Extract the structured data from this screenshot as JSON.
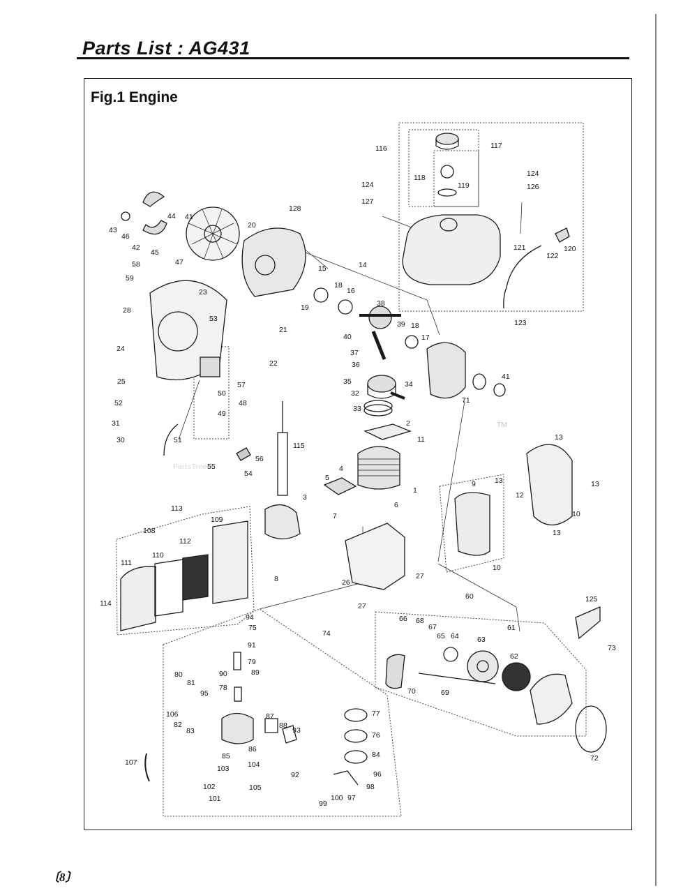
{
  "header": {
    "title": "Parts List : AG431"
  },
  "figure": {
    "title": "Fig.1 Engine"
  },
  "watermark": {
    "text": "PartsTree",
    "trademark": "TM"
  },
  "footer": {
    "page_number": "8"
  },
  "callouts": [
    {
      "id": "c116",
      "label": "116"
    },
    {
      "id": "c117",
      "label": "117"
    },
    {
      "id": "c118",
      "label": "118"
    },
    {
      "id": "c119",
      "label": "119"
    },
    {
      "id": "c124a",
      "label": "124"
    },
    {
      "id": "c127",
      "label": "127"
    },
    {
      "id": "c124b",
      "label": "124"
    },
    {
      "id": "c126",
      "label": "126"
    },
    {
      "id": "c121",
      "label": "121"
    },
    {
      "id": "c120",
      "label": "120"
    },
    {
      "id": "c122",
      "label": "122"
    },
    {
      "id": "c123",
      "label": "123"
    },
    {
      "id": "c128",
      "label": "128"
    },
    {
      "id": "c20",
      "label": "20"
    },
    {
      "id": "c14",
      "label": "14"
    },
    {
      "id": "c15",
      "label": "15"
    },
    {
      "id": "c18a",
      "label": "18"
    },
    {
      "id": "c16a",
      "label": "16"
    },
    {
      "id": "c19",
      "label": "19"
    },
    {
      "id": "c38",
      "label": "38"
    },
    {
      "id": "c39",
      "label": "39"
    },
    {
      "id": "c18b",
      "label": "18"
    },
    {
      "id": "c17",
      "label": "17"
    },
    {
      "id": "c40",
      "label": "40"
    },
    {
      "id": "c37",
      "label": "37"
    },
    {
      "id": "c36",
      "label": "36"
    },
    {
      "id": "c35",
      "label": "35"
    },
    {
      "id": "c34",
      "label": "34"
    },
    {
      "id": "c32",
      "label": "32"
    },
    {
      "id": "c33",
      "label": "33"
    },
    {
      "id": "c41a",
      "label": "41"
    },
    {
      "id": "c41b",
      "label": "41"
    },
    {
      "id": "c71",
      "label": "71"
    },
    {
      "id": "c21",
      "label": "21"
    },
    {
      "id": "c22",
      "label": "22"
    },
    {
      "id": "c44",
      "label": "44"
    },
    {
      "id": "c43",
      "label": "43"
    },
    {
      "id": "c46",
      "label": "46"
    },
    {
      "id": "c42",
      "label": "42"
    },
    {
      "id": "c45",
      "label": "45"
    },
    {
      "id": "c47",
      "label": "47"
    },
    {
      "id": "c58",
      "label": "58"
    },
    {
      "id": "c59",
      "label": "59"
    },
    {
      "id": "c23",
      "label": "23"
    },
    {
      "id": "c28",
      "label": "28"
    },
    {
      "id": "c53",
      "label": "53"
    },
    {
      "id": "c24",
      "label": "24"
    },
    {
      "id": "c25",
      "label": "25"
    },
    {
      "id": "c57",
      "label": "57"
    },
    {
      "id": "c50",
      "label": "50"
    },
    {
      "id": "c48",
      "label": "48"
    },
    {
      "id": "c49",
      "label": "49"
    },
    {
      "id": "c52",
      "label": "52"
    },
    {
      "id": "c31",
      "label": "31"
    },
    {
      "id": "c30",
      "label": "30"
    },
    {
      "id": "c51",
      "label": "51"
    },
    {
      "id": "c2",
      "label": "2"
    },
    {
      "id": "c11",
      "label": "11"
    },
    {
      "id": "c115",
      "label": "115"
    },
    {
      "id": "c56",
      "label": "56"
    },
    {
      "id": "c55",
      "label": "55"
    },
    {
      "id": "c54",
      "label": "54"
    },
    {
      "id": "c4",
      "label": "4"
    },
    {
      "id": "c5",
      "label": "5"
    },
    {
      "id": "c1",
      "label": "1"
    },
    {
      "id": "c6",
      "label": "6"
    },
    {
      "id": "c3",
      "label": "3"
    },
    {
      "id": "c7",
      "label": "7"
    },
    {
      "id": "c113",
      "label": "113"
    },
    {
      "id": "c109",
      "label": "109"
    },
    {
      "id": "c108",
      "label": "108"
    },
    {
      "id": "c112",
      "label": "112"
    },
    {
      "id": "c110",
      "label": "110"
    },
    {
      "id": "c111",
      "label": "111"
    },
    {
      "id": "c114",
      "label": "114"
    },
    {
      "id": "c8",
      "label": "8"
    },
    {
      "id": "c26",
      "label": "26"
    },
    {
      "id": "c27a",
      "label": "27"
    },
    {
      "id": "c60",
      "label": "60"
    },
    {
      "id": "c27b",
      "label": "27"
    },
    {
      "id": "c13a",
      "label": "13"
    },
    {
      "id": "c13b",
      "label": "13"
    },
    {
      "id": "c13c",
      "label": "13"
    },
    {
      "id": "c13d",
      "label": "13"
    },
    {
      "id": "c9",
      "label": "9"
    },
    {
      "id": "c12",
      "label": "12"
    },
    {
      "id": "c10a",
      "label": "10"
    },
    {
      "id": "c10b",
      "label": "10"
    },
    {
      "id": "c61",
      "label": "61"
    },
    {
      "id": "c125",
      "label": "125"
    },
    {
      "id": "c73",
      "label": "73"
    },
    {
      "id": "c94",
      "label": "94"
    },
    {
      "id": "c75",
      "label": "75"
    },
    {
      "id": "c91",
      "label": "91"
    },
    {
      "id": "c79",
      "label": "79"
    },
    {
      "id": "c90",
      "label": "90"
    },
    {
      "id": "c89",
      "label": "89"
    },
    {
      "id": "c78",
      "label": "78"
    },
    {
      "id": "c74",
      "label": "74"
    },
    {
      "id": "c80",
      "label": "80"
    },
    {
      "id": "c81",
      "label": "81"
    },
    {
      "id": "c95",
      "label": "95"
    },
    {
      "id": "c106",
      "label": "106"
    },
    {
      "id": "c82",
      "label": "82"
    },
    {
      "id": "c83",
      "label": "83"
    },
    {
      "id": "c87a",
      "label": "87"
    },
    {
      "id": "c88a",
      "label": "88"
    },
    {
      "id": "c93",
      "label": "93"
    },
    {
      "id": "c86",
      "label": "86"
    },
    {
      "id": "c85",
      "label": "85"
    },
    {
      "id": "c103",
      "label": "103"
    },
    {
      "id": "c104",
      "label": "104"
    },
    {
      "id": "c92",
      "label": "92"
    },
    {
      "id": "c107",
      "label": "107"
    },
    {
      "id": "c102",
      "label": "102"
    },
    {
      "id": "c105",
      "label": "105"
    },
    {
      "id": "c101",
      "label": "101"
    },
    {
      "id": "c77",
      "label": "77"
    },
    {
      "id": "c76",
      "label": "76"
    },
    {
      "id": "c84",
      "label": "84"
    },
    {
      "id": "c96",
      "label": "96"
    },
    {
      "id": "c98",
      "label": "98"
    },
    {
      "id": "c99",
      "label": "99"
    },
    {
      "id": "c100",
      "label": "100"
    },
    {
      "id": "c97",
      "label": "97"
    },
    {
      "id": "c66",
      "label": "66"
    },
    {
      "id": "c68",
      "label": "68"
    },
    {
      "id": "c67",
      "label": "67"
    },
    {
      "id": "c65",
      "label": "65"
    },
    {
      "id": "c64",
      "label": "64"
    },
    {
      "id": "c63",
      "label": "63"
    },
    {
      "id": "c62",
      "label": "62"
    },
    {
      "id": "c70",
      "label": "70"
    },
    {
      "id": "c69",
      "label": "69"
    },
    {
      "id": "c72",
      "label": "72"
    }
  ]
}
